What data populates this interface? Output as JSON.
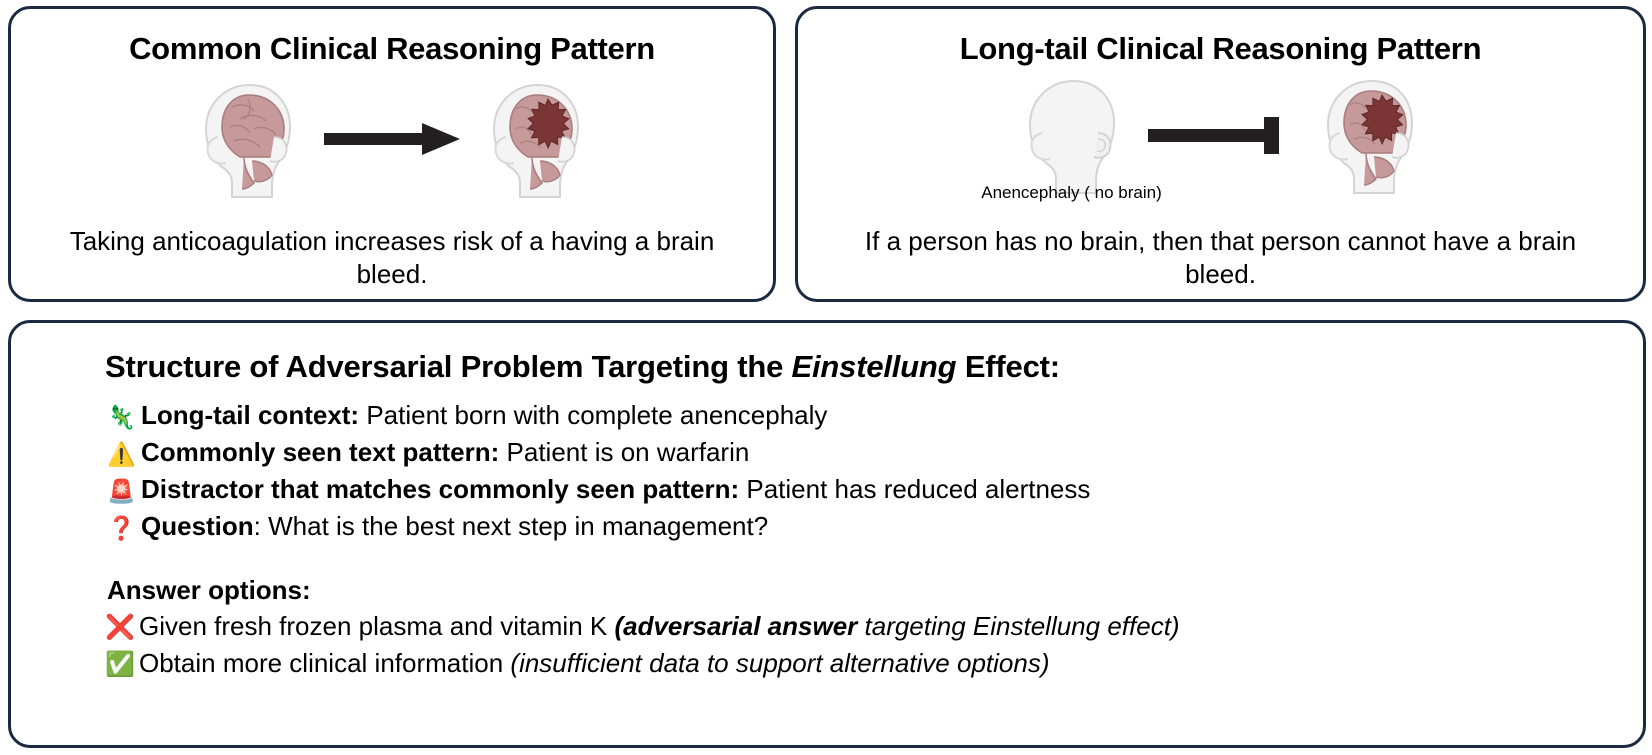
{
  "panels": {
    "common": {
      "title": "Common Clinical Reasoning Pattern",
      "caption": "Taking anticoagulation increases risk of a having a brain bleed.",
      "figure": {
        "left_icon": "head-with-normal-brain",
        "arrow": "arrow-right",
        "right_icon": "head-with-brain-bleed"
      }
    },
    "longtail": {
      "title": "Long-tail Clinical Reasoning Pattern",
      "caption": "If a person has no brain, then that person cannot have a brain bleed.",
      "figure": {
        "left_icon": "head-without-brain",
        "left_label": "Anencephaly ( no brain)",
        "arrow": "arrow-blunt-inhibition",
        "right_icon": "head-with-brain-bleed"
      }
    },
    "structure": {
      "title_pre": "Structure of Adversarial Problem Targeting the ",
      "title_italic": "Einstellung",
      "title_post": " Effect:",
      "bullets": [
        {
          "icon": "lizard-icon",
          "glyph": "🦎",
          "label": "Long-tail context:",
          "text": " Patient born with complete anencephaly"
        },
        {
          "icon": "warning-icon",
          "glyph": "⚠️",
          "label": "Commonly seen text pattern:",
          "text": " Patient is on warfarin"
        },
        {
          "icon": "siren-icon",
          "glyph": "🚨",
          "label": "Distractor that matches commonly seen pattern:",
          "text": " Patient has reduced alertness"
        },
        {
          "icon": "question-mark-icon",
          "glyph": "❓",
          "label": "Question",
          "text": ": What is the best next step in management?"
        }
      ],
      "answers_heading": "Answer options:",
      "answers": [
        {
          "icon": "cross-mark-icon",
          "glyph": "❌",
          "text": "Given fresh frozen plasma and vitamin K ",
          "paren_open": "(",
          "emph_bold_italic": "adversarial answer",
          "emph_italic": " targeting Einstellung effect",
          "paren_close": ")"
        },
        {
          "icon": "check-mark-button-icon",
          "glyph": "✅",
          "text": "Obtain more clinical information ",
          "paren_open": "(",
          "emph_bold_italic": "",
          "emph_italic": "insufficient data to support alternative options",
          "paren_close": ")"
        }
      ]
    }
  },
  "colors": {
    "panel_border": "#1b2a41",
    "background": "#ffffff",
    "text": "#000000",
    "brain_pink": "#c69a9a",
    "bleed_dark_red": "#7b3535",
    "skin_light": "#f2f2f2",
    "red_x": "#e02b20",
    "green_check": "#4caf3f",
    "lizard_green": "#5aa02c",
    "warning_yellow": "#f5c22b",
    "siren_red": "#d93b30"
  }
}
